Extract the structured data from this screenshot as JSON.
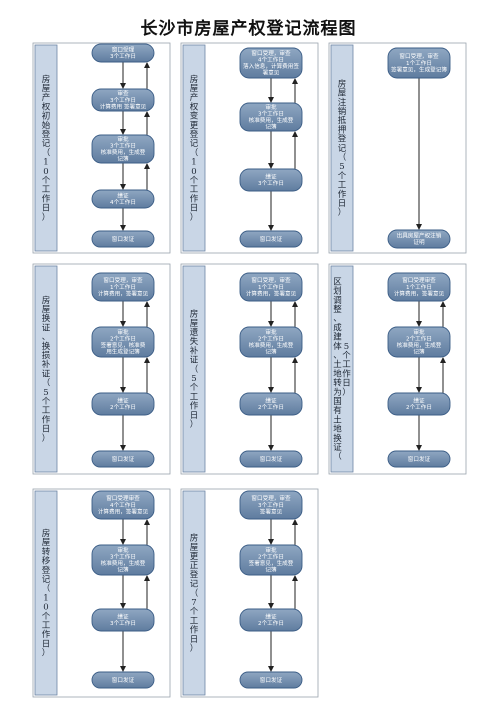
{
  "title": "长沙市房屋产权登记流程图",
  "colors": {
    "node_fill_top": "#8fa7c2",
    "node_fill_bottom": "#5f7c9f",
    "side_bar": "#c9d6e6"
  },
  "panels": [
    {
      "label": "房屋产权初始登记（10个工作日）",
      "steps": [
        [
          "窗口受理",
          "3个工作日"
        ],
        [
          "审查",
          "3个工作日",
          "计算费用 签署意见"
        ],
        [
          "审批",
          "3个工作日",
          "核准费用，生成登",
          "记簿"
        ],
        [
          "缮证",
          "4个工作日"
        ],
        [
          "窗口发证"
        ]
      ]
    },
    {
      "label": "房屋产权变更登记（10个工作日）",
      "steps": [
        [
          "窗口受理，审查",
          "4个工作日",
          "落入信息，计算费用签",
          "署意见"
        ],
        [
          "审批",
          "3个工作日",
          "核准费用，生成登",
          "记簿"
        ],
        [
          "缮证",
          "3个工作日"
        ],
        [
          "窗口发证"
        ]
      ]
    },
    {
      "label": "房屋注销抵押登记（5个工作日）",
      "steps": [
        [
          "窗口受理，审查",
          "1个工作日",
          "签署意见，生成登记簿"
        ],
        [
          "出具房屋产权注销",
          "证明"
        ]
      ]
    },
    {
      "label": "房屋换证、换损补证（5个工作日）",
      "steps": [
        [
          "窗口受理，审查",
          "1个工作日",
          "计算费用，签署意见"
        ],
        [
          "审批",
          "2个工作日",
          "签署意见，核准费",
          "用生成登记簿"
        ],
        [
          "缮证",
          "2个工作日"
        ],
        [
          "窗口发证"
        ]
      ]
    },
    {
      "label": "房屋遗失补证（5个工作日）",
      "steps": [
        [
          "窗口受理，审查",
          "1个工作日",
          "计算费用，签署意见"
        ],
        [
          "审批",
          "2个工作日",
          "核准费用，生成登",
          "记簿"
        ],
        [
          "缮证",
          "2个工作日"
        ],
        [
          "窗口发证"
        ]
      ]
    },
    {
      "label": "区划调整、成建体、土地转为国有土地换证（5个工作日）",
      "steps": [
        [
          "窗口受理审查",
          "1个工作日",
          "计算费用，签署意见"
        ],
        [
          "审批",
          "2个工作日",
          "核准费用，生成登",
          "记簿"
        ],
        [
          "缮证",
          "2个工作日"
        ],
        [
          "窗口发证"
        ]
      ]
    },
    {
      "label": "房屋转移登记（10个工作日）",
      "steps": [
        [
          "窗口受理审查",
          "4个工作日",
          "计算费用，签署意见"
        ],
        [
          "审批",
          "3个工作日",
          "核准费用，生成登",
          "记簿"
        ],
        [
          "缮证",
          "3个工作日"
        ],
        [
          "窗口发证"
        ]
      ]
    },
    {
      "label": "房屋更正登记（7个工作日）",
      "steps": [
        [
          "窗口受理，审查",
          "3个工作日",
          "签署意见"
        ],
        [
          "审批",
          "2个工作日",
          "签署意见，生成登",
          "记簿"
        ],
        [
          "缮证",
          "2个工作日"
        ],
        [
          "窗口发证"
        ]
      ]
    }
  ]
}
